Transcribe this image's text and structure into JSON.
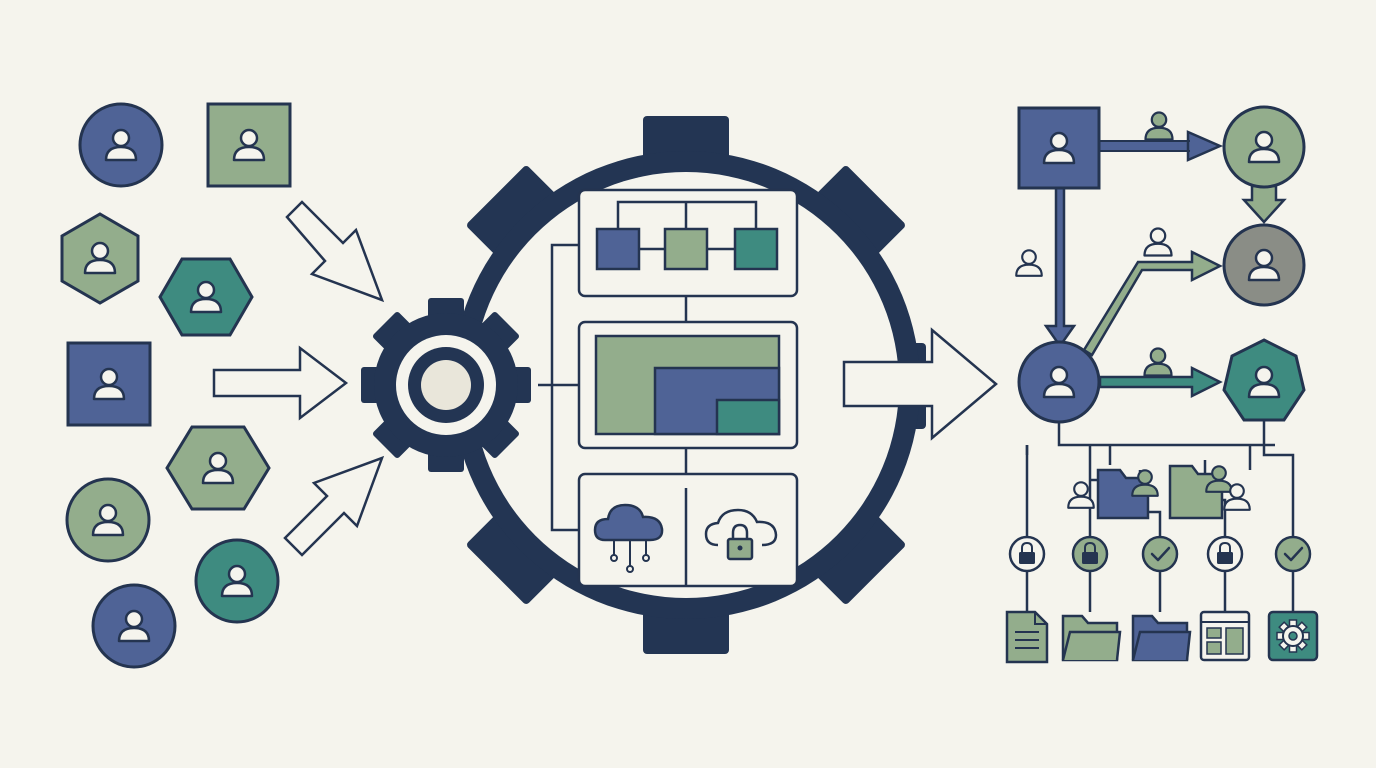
{
  "colors": {
    "background": "#f5f4ed",
    "outline": "#243450",
    "navy": "#233553",
    "blue": "#4f6396",
    "sage": "#93ad8c",
    "teal": "#3e8b80",
    "gray": "#8a8d86",
    "light": "#f5f4ed"
  },
  "input_users": [
    {
      "shape": "circle",
      "color": "blue"
    },
    {
      "shape": "square",
      "color": "sage"
    },
    {
      "shape": "hexagon",
      "color": "sage"
    },
    {
      "shape": "hexagon",
      "color": "teal"
    },
    {
      "shape": "square",
      "color": "blue"
    },
    {
      "shape": "hexagon",
      "color": "sage"
    },
    {
      "shape": "circle",
      "color": "sage"
    },
    {
      "shape": "circle",
      "color": "teal"
    },
    {
      "shape": "circle",
      "color": "blue"
    }
  ],
  "hub_panels": [
    {
      "name": "org-chart-panel",
      "nodes": [
        "blue",
        "sage",
        "teal"
      ]
    },
    {
      "name": "dashboard-panel"
    },
    {
      "name": "cloud-services-panel",
      "icons": [
        "cloud-network-icon",
        "cloud-lock-icon"
      ]
    }
  ],
  "output_roles": [
    {
      "shape": "square",
      "color": "blue"
    },
    {
      "shape": "circle",
      "color": "sage"
    },
    {
      "shape": "circle",
      "color": "gray"
    },
    {
      "shape": "circle",
      "color": "blue"
    },
    {
      "shape": "hexagon",
      "color": "teal"
    }
  ],
  "access_badges": [
    {
      "icon": "lock-icon",
      "color": "light"
    },
    {
      "icon": "lock-icon",
      "color": "sage"
    },
    {
      "icon": "check-icon",
      "color": "sage"
    },
    {
      "icon": "lock-icon",
      "color": "light"
    },
    {
      "icon": "check-icon",
      "color": "sage"
    }
  ],
  "resources": [
    {
      "icon": "document-icon",
      "color": "sage"
    },
    {
      "icon": "folder-icon",
      "color": "sage"
    },
    {
      "icon": "folder-icon",
      "color": "blue"
    },
    {
      "icon": "app-window-icon",
      "color": "sage"
    },
    {
      "icon": "settings-gear-icon",
      "color": "teal"
    }
  ]
}
